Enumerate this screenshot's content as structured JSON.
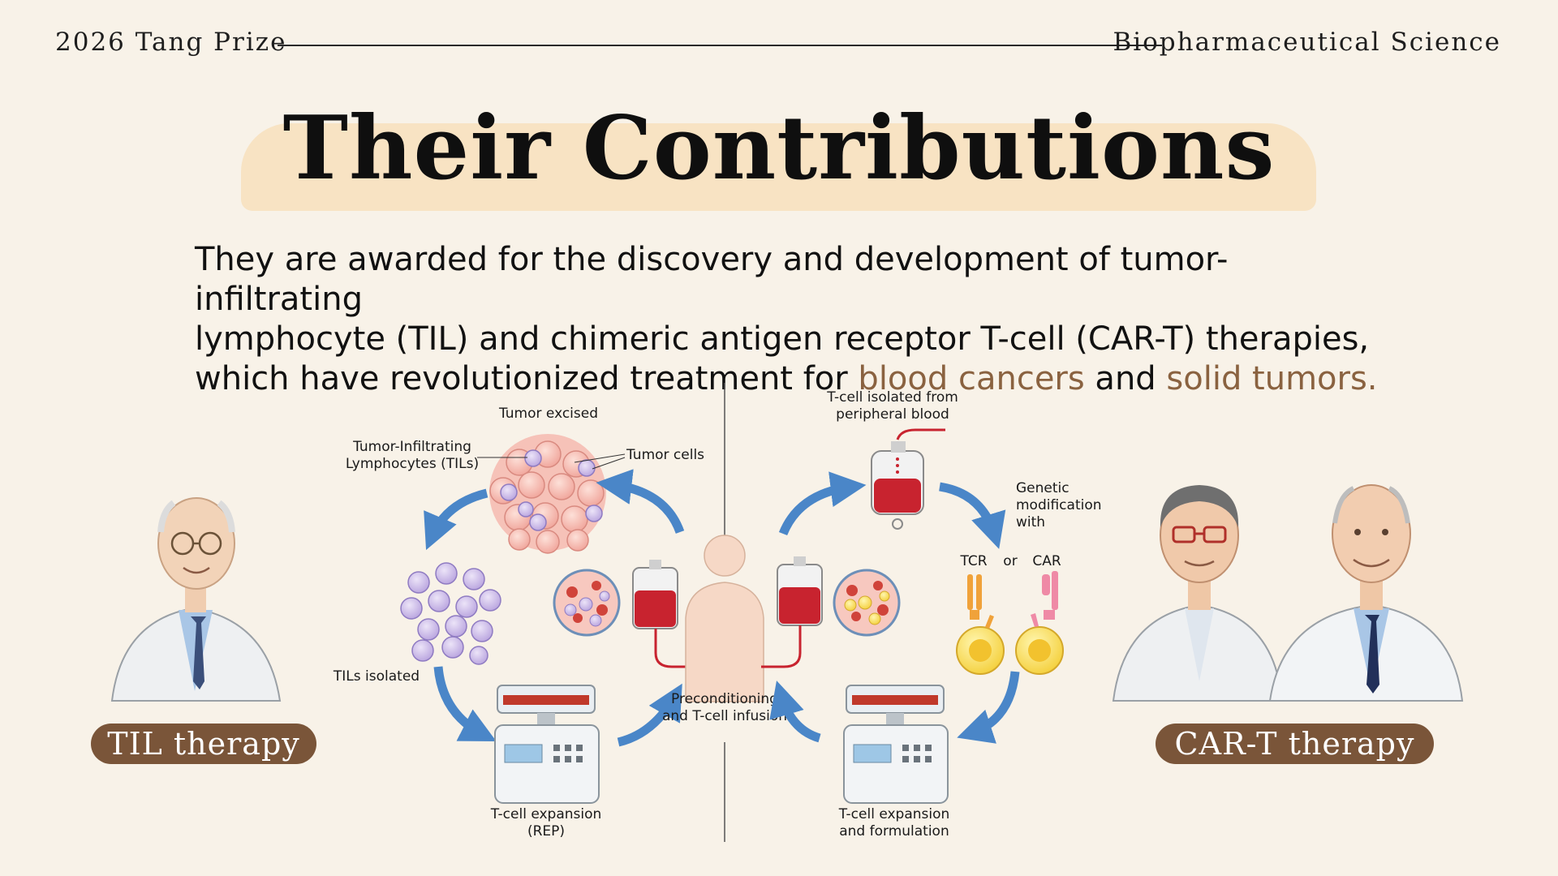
{
  "header": {
    "left": "2026 Tang Prize",
    "right": "Biopharmaceutical Science"
  },
  "title": "Their Contributions",
  "intro": {
    "line1": "They are awarded for the discovery and development of tumor-infiltrating",
    "line2": "lymphocyte (TIL) and chimeric antigen receptor T-cell (CAR-T) therapies,",
    "line3_before": "which have revolutionized treatment for ",
    "highlight1": "blood cancers",
    "line3_mid": " and ",
    "highlight2": "solid tumors."
  },
  "labels": {
    "tumor_excised": "Tumor excised",
    "tils_line1": "Tumor-Infiltrating",
    "tils_line2": "Lymphocytes (TILs)",
    "tumor_cells": "Tumor cells",
    "tils_isolated": "TILs isolated",
    "rep_line1": "T-cell expansion",
    "rep_line2": "(REP)",
    "precond_line1": "Preconditioning",
    "precond_line2": "and T-cell infusion",
    "tcell_iso_line1": "T-cell isolated from",
    "tcell_iso_line2": "peripheral blood",
    "genetic_line1": "Genetic",
    "genetic_line2": "modification",
    "genetic_line3": "with",
    "tcr": "TCR",
    "or": "or",
    "car": "CAR",
    "formulation_line1": "T-cell expansion",
    "formulation_line2": "and formulation"
  },
  "pills": {
    "til": "TIL therapy",
    "cart": "CAR-T therapy"
  },
  "colors": {
    "background": "#f8f2e8",
    "title_band": "#f8e3c3",
    "highlight_text": "#8a6240",
    "pill": "#7a5539",
    "arrow": "#4a86c8",
    "blood": "#c8232f"
  },
  "icons": {
    "scientists": [
      "scientist-portrait-left",
      "scientist-portrait-right-1",
      "scientist-portrait-right-2"
    ],
    "flow": [
      "tumor-mass-icon",
      "til-cluster-icon",
      "incubator-icon",
      "blood-bag-icon",
      "human-silhouette-icon",
      "tcr-receptor-icon",
      "car-receptor-icon",
      "t-cell-icon"
    ]
  }
}
